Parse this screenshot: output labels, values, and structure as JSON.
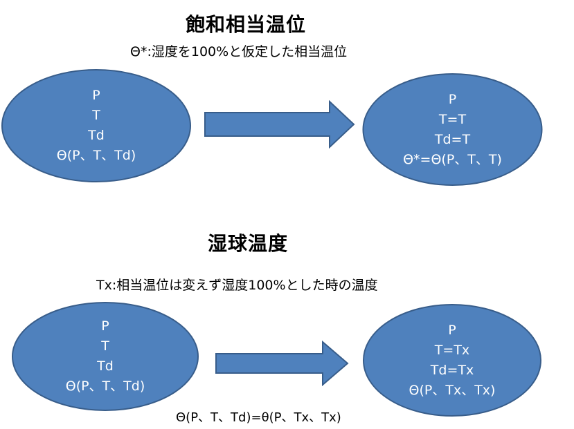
{
  "top": {
    "title": "飽和相当温位",
    "subtitle": "Θ*:湿度を100%と仮定した相当温位",
    "left_lines": [
      "P",
      "T",
      "Td",
      "Θ(P、T、Td)"
    ],
    "right_lines": [
      "P",
      "T=T",
      "Td=T",
      "Θ*=Θ(P、T、T)"
    ]
  },
  "bottom": {
    "title": "湿球温度",
    "subtitle": "Tx:相当温位は変えず湿度100%とした時の温度",
    "left_lines": [
      "P",
      "T",
      "Td",
      "Θ(P、T、Td)"
    ],
    "right_lines": [
      "P",
      "T=Tx",
      "Td=Tx",
      "Θ(P、Tx、Tx)"
    ],
    "equation": "Θ(P、T、Td)=θ(P、Tx、Tx)"
  },
  "colors": {
    "ellipse_fill": "#4f81bd",
    "ellipse_stroke": "#385d8a",
    "text_on_shape": "#ffffff"
  }
}
